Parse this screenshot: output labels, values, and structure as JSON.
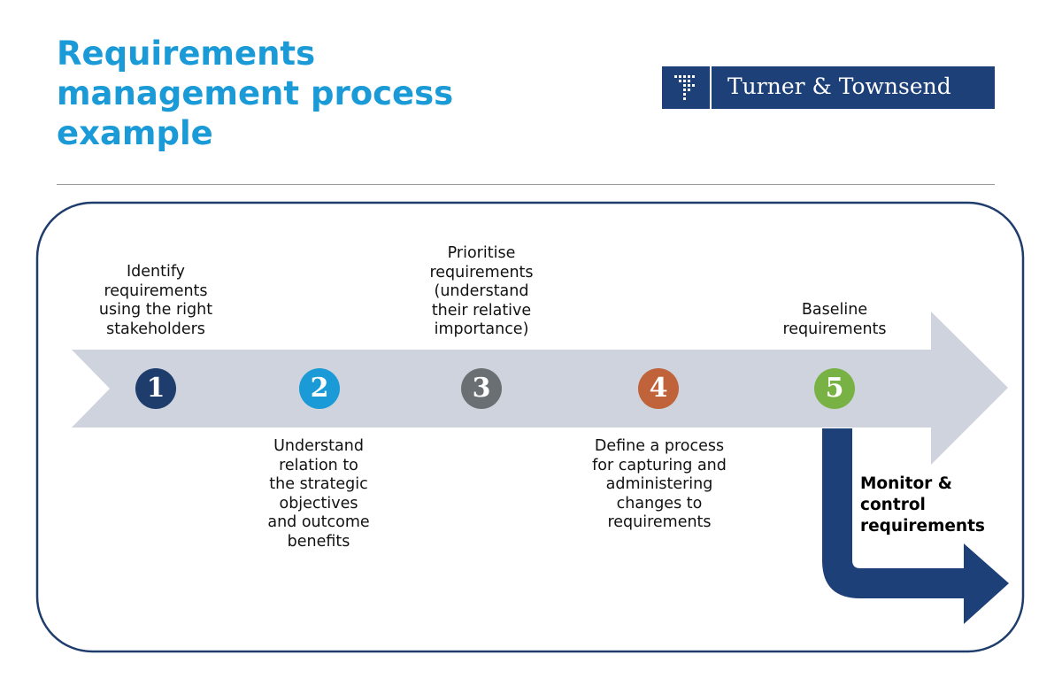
{
  "title": {
    "line1": "Requirements",
    "line2": "management process",
    "line3": "example"
  },
  "logo": {
    "text": "Turner & Townsend"
  },
  "colors": {
    "title": "#1a9ad6",
    "navy": "#1e4079",
    "arrow": "#cfd3dd",
    "frame": "#1e3c6c"
  },
  "steps": [
    {
      "number": "1",
      "label": "Identify\nrequirements\nusing the right\nstakeholders",
      "color": "#1e3c6c"
    },
    {
      "number": "2",
      "label": "Understand\nrelation to\nthe strategic\nobjectives\nand outcome\nbenefits",
      "color": "#1a9ad6"
    },
    {
      "number": "3",
      "label": "Prioritise\nrequirements\n(understand\ntheir relative\nimportance)",
      "color": "#6a6f73"
    },
    {
      "number": "4",
      "label": "Define a process\nfor capturing and\nadministering\nchanges to\nrequirements",
      "color": "#c0623a"
    },
    {
      "number": "5",
      "label": "Baseline\nrequirements",
      "color": "#78b244"
    }
  ],
  "monitor": {
    "label": "Monitor &\ncontrol\nrequirements"
  }
}
